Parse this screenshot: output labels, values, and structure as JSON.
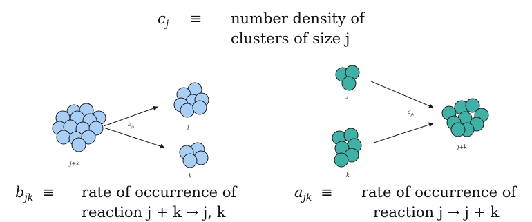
{
  "top_definition": {
    "symbol_base": "c",
    "symbol_sub": "j",
    "equiv": "≡",
    "line1": "number density of",
    "line2": "clusters of size j"
  },
  "left_panel": {
    "source_label": "j+k",
    "rate_label": "b",
    "rate_label_sub": "jk",
    "product_top_label": "j",
    "product_bottom_label": "k",
    "definition": {
      "symbol_base": "b",
      "symbol_sub": "jk",
      "equiv": "≡",
      "line1": "rate of occurrence of",
      "line2": "reaction j + k → j, k"
    }
  },
  "right_panel": {
    "reactant_top_label": "j",
    "reactant_bottom_label": "k",
    "rate_label": "a",
    "rate_label_sub": "jk",
    "product_label": "j+k",
    "definition": {
      "symbol_base": "a",
      "symbol_sub": "jk",
      "equiv": "≡",
      "line1": "rate of occurrence of",
      "line2": "reaction j → j + k"
    }
  },
  "colors": {
    "fragmentation_particle": "#a9cff7",
    "coagulation_particle": "#3fb1a6",
    "outline": "#1a1a1a"
  }
}
